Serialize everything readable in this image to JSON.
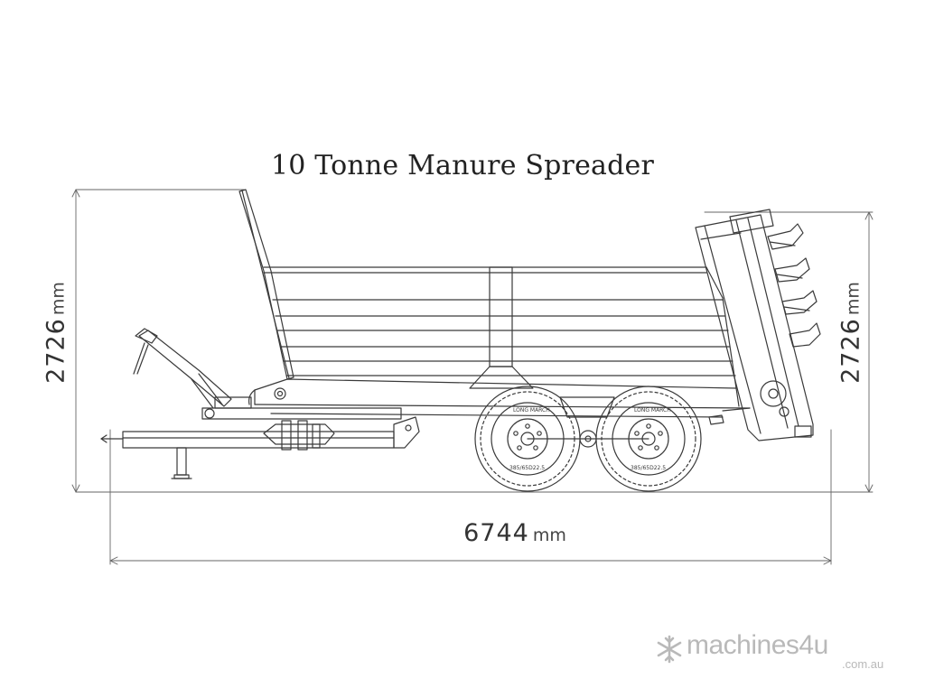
{
  "title": "10 Tonne Manure Spreader",
  "dimensions": {
    "height_left": {
      "value": "2726",
      "unit": "mm"
    },
    "height_right": {
      "value": "2726",
      "unit": "mm"
    },
    "length": {
      "value": "6744",
      "unit": "mm"
    }
  },
  "watermark": {
    "brand": "machines4u",
    "domain": ".com.au",
    "icon": "snowflake-icon"
  },
  "tyre_text": {
    "brand": "LONG MARCH",
    "size": "385/65D22.5"
  },
  "colors": {
    "line": "#3a3a3a",
    "watermark": "#b9b9b9"
  }
}
